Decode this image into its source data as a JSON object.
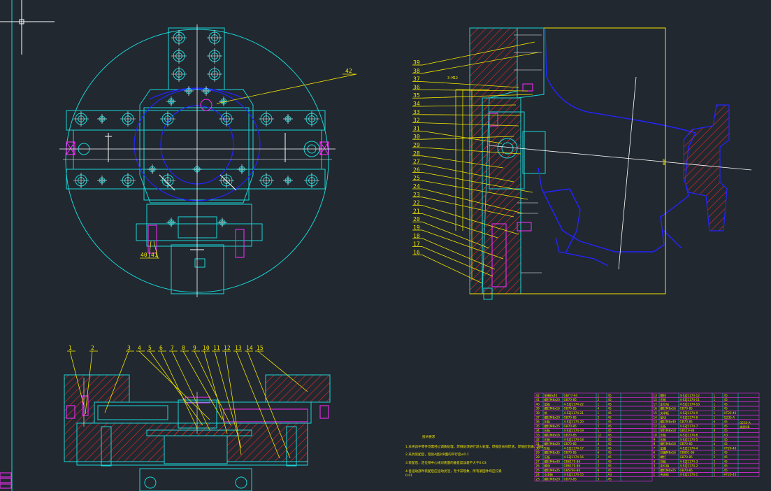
{
  "colors": {
    "background": "#212830",
    "outline": "#19d6d6",
    "hidden": "#2424ff",
    "center": "#ffffff",
    "leader": "#f2e600",
    "hatch": "#e02828",
    "magenta": "#ff2bff"
  },
  "top_view": {
    "callouts": [
      "42",
      "40",
      "41"
    ]
  },
  "side_view": {
    "callouts": [
      "39",
      "38",
      "37",
      "36",
      "35",
      "34",
      "33",
      "32",
      "31",
      "30",
      "29",
      "28",
      "27",
      "26",
      "25",
      "24",
      "23",
      "22",
      "21",
      "20",
      "19",
      "18",
      "17",
      "16"
    ],
    "thread_label": "3-M12",
    "dim_right": "Φ80"
  },
  "bottom_view": {
    "callouts": [
      "1",
      "2",
      "3",
      "4",
      "5",
      "6",
      "7",
      "8",
      "9",
      "10",
      "11",
      "12",
      "13",
      "14",
      "15"
    ]
  },
  "notes": {
    "title": "技术要求",
    "lines": [
      "1.本夹具中零件均需经过调质处理，焊缝处须进行退火处理，焊接后去除焊渣，焊缝应饱满、连续，",
      "2.夹具装配后，检验A面对B面的平行度≤0.1",
      "3.装配后，定位销中心线对底面的垂直度误差不大于0.03",
      "4.各运动部件装配后应运动灵活，无卡滞现象，所有紧固件均应拧紧",
      "0.01"
    ]
  },
  "bom": {
    "rows_left": [
      [
        "42",
        "垫圈8x40",
        "GB/T7-94",
        "1",
        "45",
        ""
      ],
      [
        "41",
        "螺钉M8x20",
        "GB70-85",
        "2",
        "45",
        ""
      ],
      [
        "40",
        "垫板",
        "4-SZJ1174-22",
        "1",
        "45",
        ""
      ],
      [
        "39",
        "螺钉M6x16",
        "GB70-85",
        "4",
        "45",
        ""
      ],
      [
        "38",
        "销",
        "4-SZJ1174-21",
        "1",
        "45",
        ""
      ],
      [
        "37",
        "螺钉M8x20",
        "GB70-85",
        "2",
        "45",
        ""
      ],
      [
        "36",
        "压板",
        "4-SZJ1174-20",
        "1",
        "45",
        ""
      ],
      [
        "35",
        "螺钉M8x25",
        "GB70-85",
        "2",
        "45",
        ""
      ],
      [
        "34",
        "压板",
        "4-SZJ1174-19",
        "1",
        "45",
        ""
      ],
      [
        "33",
        "螺钉M8x16",
        "GB70-85",
        "12",
        "45",
        ""
      ],
      [
        "32",
        "压板",
        "4-SZJ1174-18",
        "2",
        "45",
        ""
      ],
      [
        "31",
        "螺钉M8x20",
        "GB70-85",
        "4",
        "45",
        ""
      ],
      [
        "30",
        "压板",
        "4-SZJ1174-17",
        "2",
        "45",
        ""
      ],
      [
        "29",
        "螺钉M8x35",
        "GB70-85",
        "6",
        "45",
        ""
      ],
      [
        "28",
        "压板",
        "4-SZJ1174-16",
        "2",
        "45",
        ""
      ],
      [
        "27",
        "螺钉M6x40",
        "GB6170-86",
        "2",
        "45",
        ""
      ],
      [
        "26",
        "螺母",
        "GB6170-86",
        "2",
        "45",
        ""
      ],
      [
        "25",
        "螺钉M6x25",
        "GB5783-86",
        "6",
        "45",
        ""
      ],
      [
        "24",
        "支承板",
        "4-SZJ1174-15",
        "1",
        "A3",
        ""
      ],
      [
        "23",
        "螺钉M8x20",
        "GB70-85",
        "3",
        "45",
        ""
      ]
    ],
    "rows_right": [
      [
        "13",
        "螺栓",
        "4-SZJ1174-12",
        "1",
        "45",
        ""
      ],
      [
        "15",
        "压板",
        "4-SZJ1174-11",
        "1",
        "45",
        ""
      ],
      [
        "17",
        "定位块",
        "4-SZJ1174-10",
        "1",
        "45",
        ""
      ],
      [
        "16",
        "螺钉M8x16",
        "GB70-85",
        "2",
        "45",
        ""
      ],
      [
        "15",
        "支承板",
        "4-SZJ1174-9",
        "1",
        "HT20-40",
        ""
      ],
      [
        "14",
        "垫块",
        "4-SZJ1174-8",
        "1",
        "Q235-A",
        ""
      ],
      [
        "13",
        "螺钉M8x40",
        "GB70-85",
        "6",
        "45",
        ""
      ],
      [
        "12",
        "压板",
        "4-SZJ1174-7",
        "2",
        "45",
        ""
      ],
      [
        "11",
        "销钉M8x10",
        "GB119-86",
        "8",
        "45",
        ""
      ],
      [
        "10",
        "压板",
        "4-SZJ1174-6",
        "1",
        "A3",
        ""
      ],
      [
        "9",
        "压板",
        "4-SZJ1174-5",
        "2",
        "45",
        ""
      ],
      [
        "8",
        "螺钉M8x16",
        "GB70-85",
        "4",
        "45",
        ""
      ],
      [
        "7",
        "垫圈",
        "4-SZJ1174-4",
        "1",
        "HT20-40",
        ""
      ],
      [
        "6",
        "挡圈M8x16",
        "GB891-86",
        "2",
        "45",
        ""
      ],
      [
        "5",
        "螺钉",
        "GB70-85",
        "2",
        "45",
        ""
      ],
      [
        "4",
        "挡板",
        "4-SZJ1174-3",
        "2",
        "45",
        ""
      ],
      [
        "3",
        "定位销",
        "4-SZJ1174-2",
        "2",
        "45",
        ""
      ],
      [
        "2",
        "螺钉M6x25",
        "GB70-85",
        "2",
        "45",
        ""
      ],
      [
        "1",
        "夹具体",
        "4-SZJ1174-1",
        "1",
        "HT20-40",
        ""
      ]
    ],
    "side_notes": [
      "Q235-A",
      "调质HB"
    ]
  }
}
